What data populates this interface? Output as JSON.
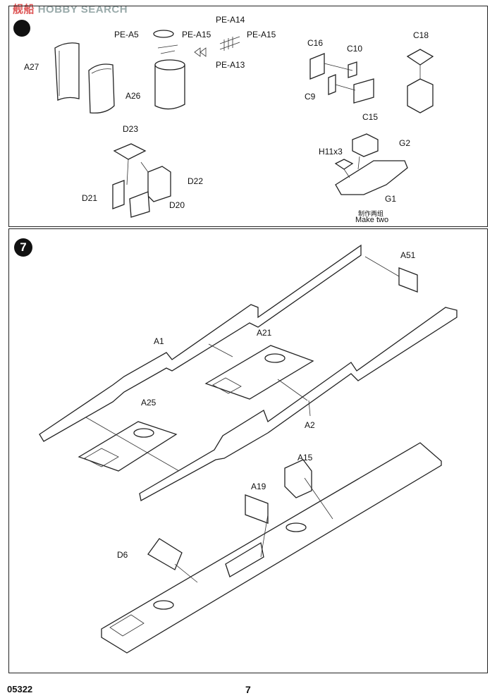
{
  "watermark": {
    "chinese": "舰船",
    "latin": "HOBBY SEARCH"
  },
  "step_top": {
    "labels": {
      "pe_a14": "PE-A14",
      "pe_a5": "PE-A5",
      "pe_a15_left": "PE-A15",
      "pe_a15_right": "PE-A15",
      "pe_a13": "PE-A13",
      "a27": "A27",
      "a26": "A26",
      "c16": "C16",
      "c10": "C10",
      "c18": "C18",
      "c9": "C9",
      "c15": "C15",
      "d23": "D23",
      "d22": "D22",
      "d21": "D21",
      "d20": "D20",
      "g2": "G2",
      "h11x3": "H11x3",
      "g1": "G1"
    },
    "note_cn": "制作两组",
    "note_en": "Make two"
  },
  "step_bottom": {
    "number": "7",
    "labels": {
      "a51": "A51",
      "a1": "A1",
      "a21": "A21",
      "a25": "A25",
      "a2": "A2",
      "a15": "A15",
      "a19": "A19",
      "d6": "D6"
    }
  },
  "footer": {
    "code": "05322",
    "page_number": "7"
  }
}
